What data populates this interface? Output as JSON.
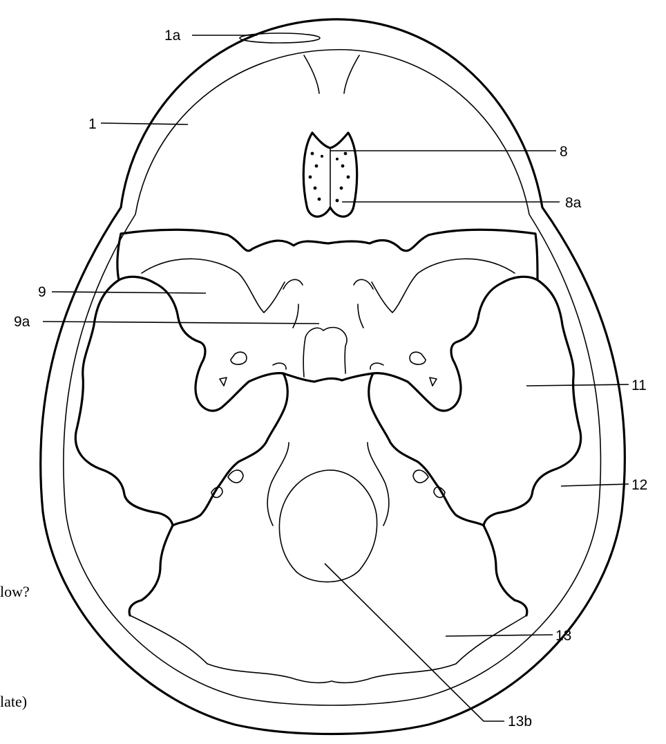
{
  "labels": {
    "l1a": "1a",
    "l1": "1",
    "l8": "8",
    "l8a": "8a",
    "l9": "9",
    "l9a": "9a",
    "l11": "11",
    "l12": "12",
    "l13": "13",
    "l13b": "13b"
  },
  "side_text": {
    "line1": "low?",
    "line2": "late)"
  },
  "colors": {
    "ink": "#000000",
    "paper": "#ffffff"
  }
}
